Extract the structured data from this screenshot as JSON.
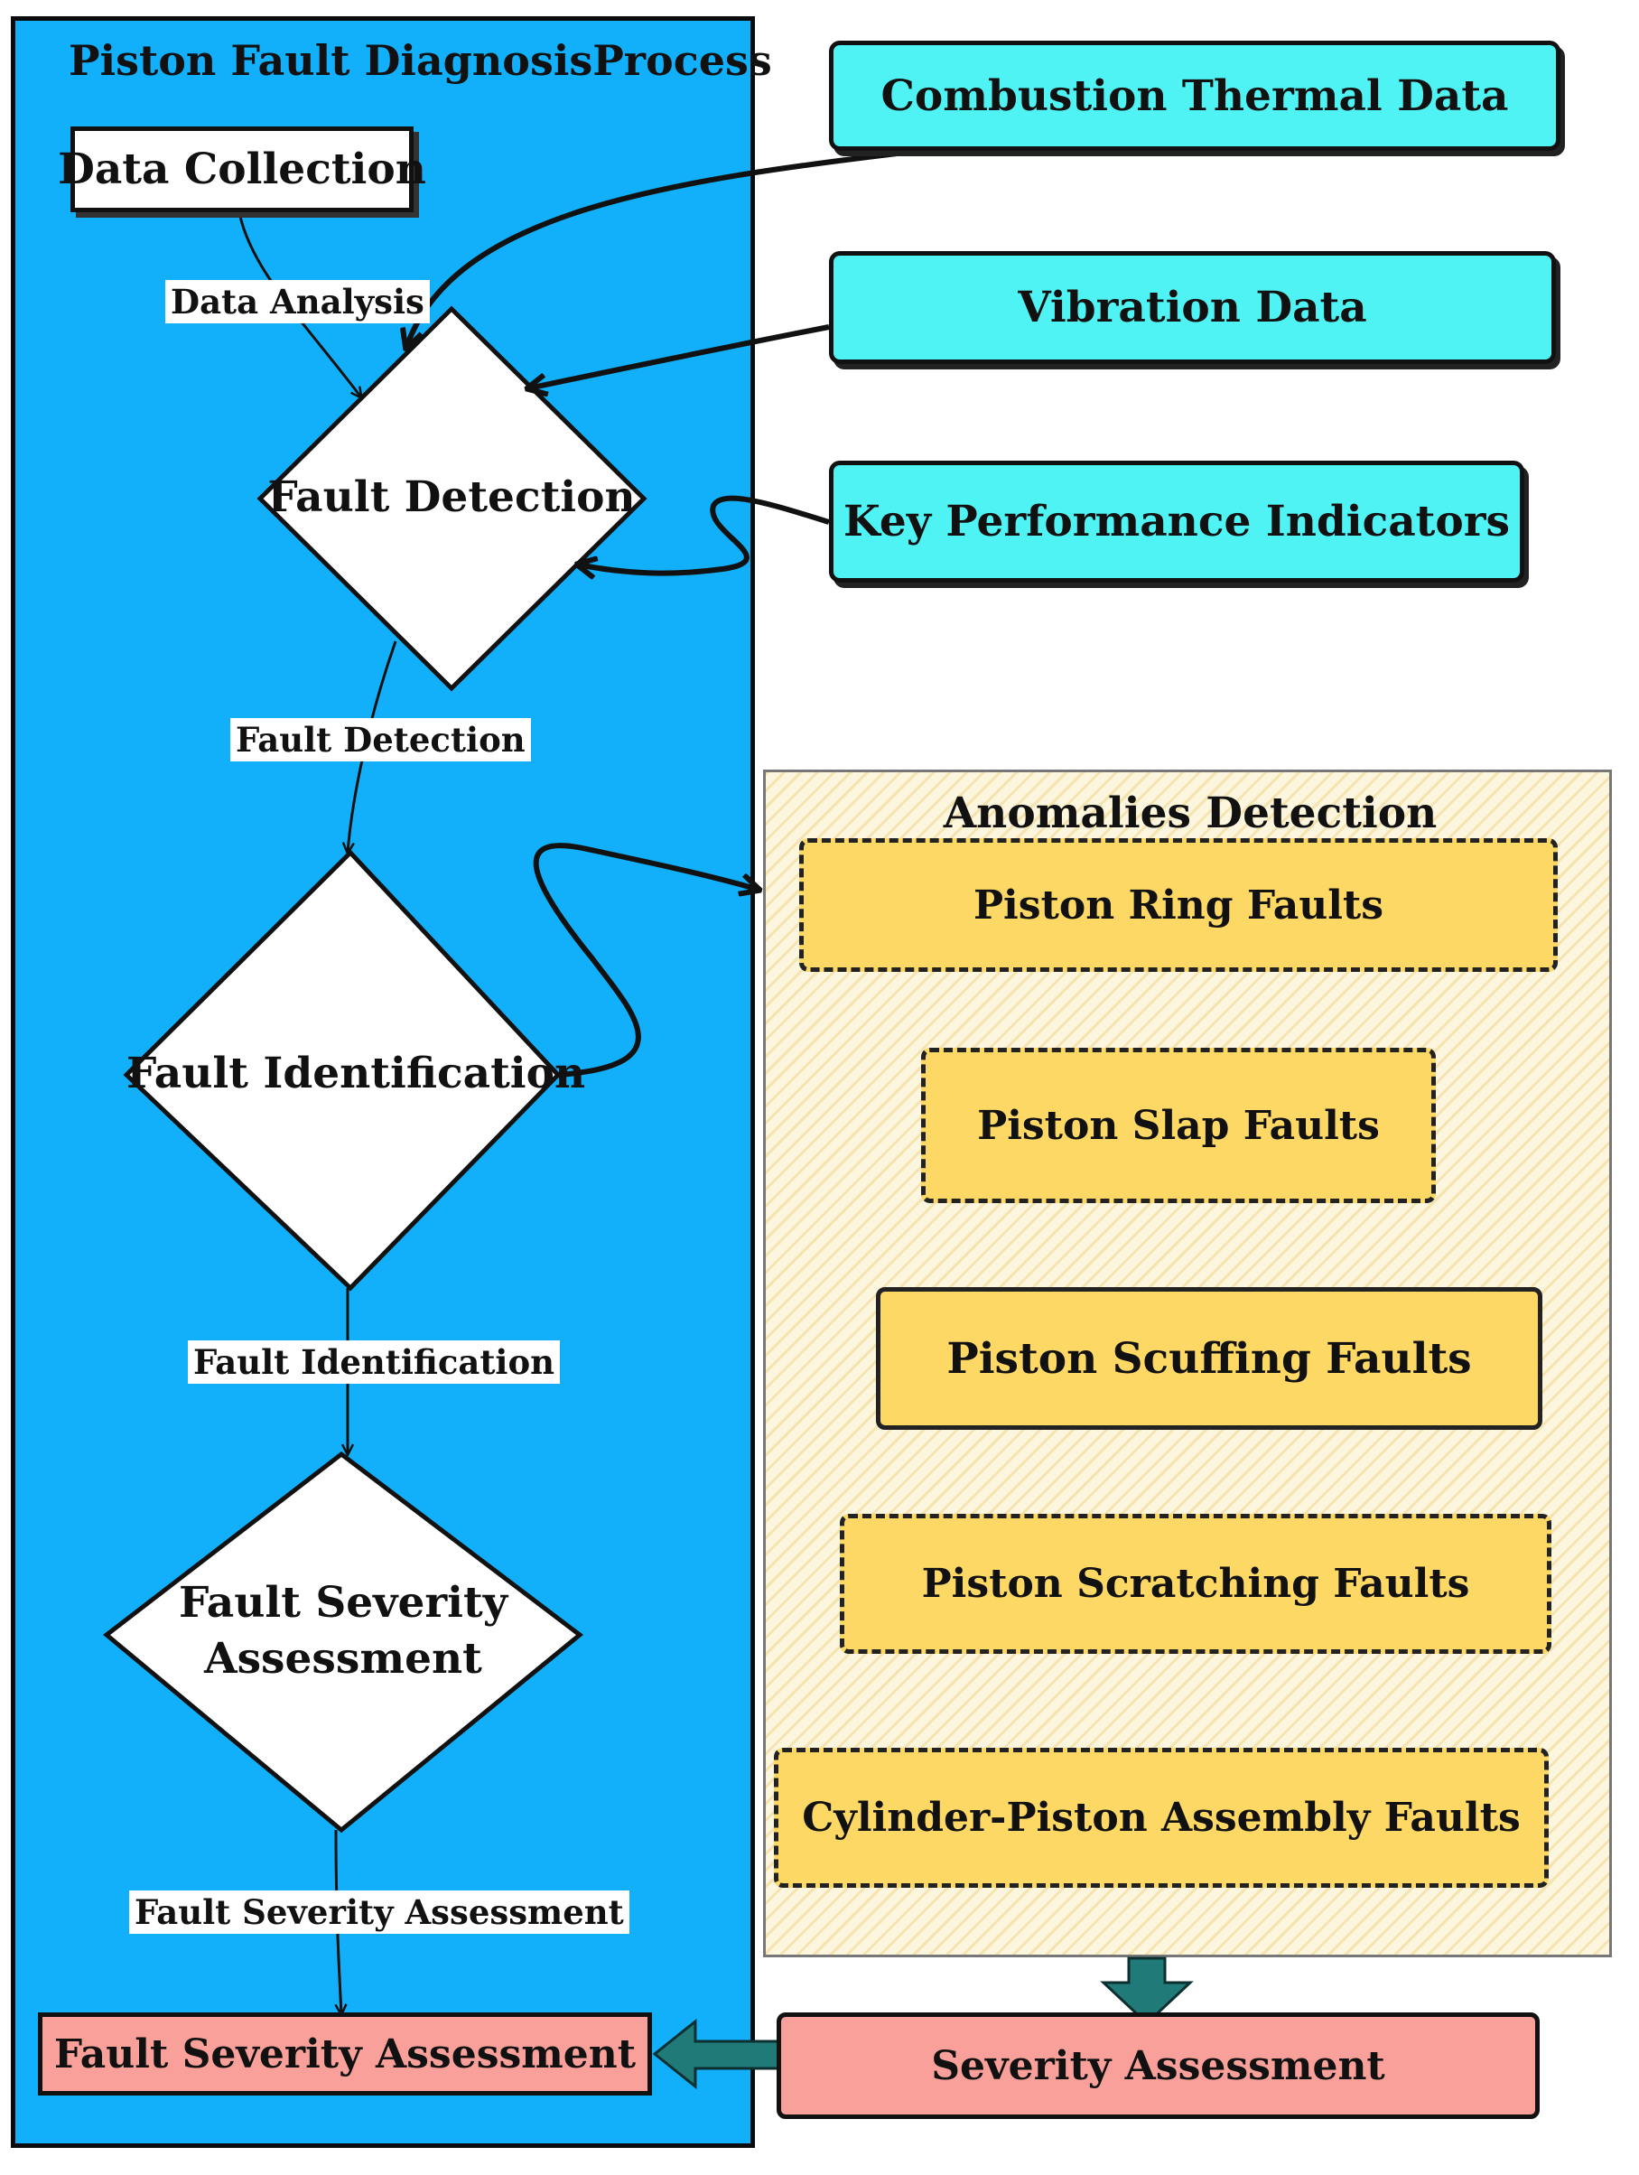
{
  "lane": {
    "title": "Piston Fault DiagnosisProcess"
  },
  "nodes": {
    "data_collection": "Data Collection",
    "fault_detection": "Fault Detection",
    "fault_identification": "Fault Identification",
    "fault_severity_line1": "Fault Severity",
    "fault_severity_line2": "Assessment",
    "fault_severity_box": "Fault Severity Assessment"
  },
  "edge_labels": {
    "data_analysis": "Data Analysis",
    "fault_detection": "Fault Detection",
    "fault_identification": "Fault Identification",
    "fault_severity_assessment": "Fault Severity Assessment"
  },
  "inputs": [
    "Combustion Thermal Data",
    "Vibration Data",
    "Key Performance Indicators"
  ],
  "anomalies": {
    "title": "Anomalies Detection",
    "items": [
      "Piston Ring Faults",
      "Piston Slap Faults",
      "Piston Scuffing Faults",
      "Piston Scratching Faults",
      "Cylinder-Piston Assembly Faults"
    ]
  },
  "severity": {
    "label": "Severity Assessment"
  },
  "colors": {
    "lane": "#12b0fb",
    "input_box": "#50f3f4",
    "fault_box": "#fdd864",
    "severity_box": "#f9a09a",
    "panel": "#fdf6de",
    "teal_arrow": "#1f7a78"
  }
}
